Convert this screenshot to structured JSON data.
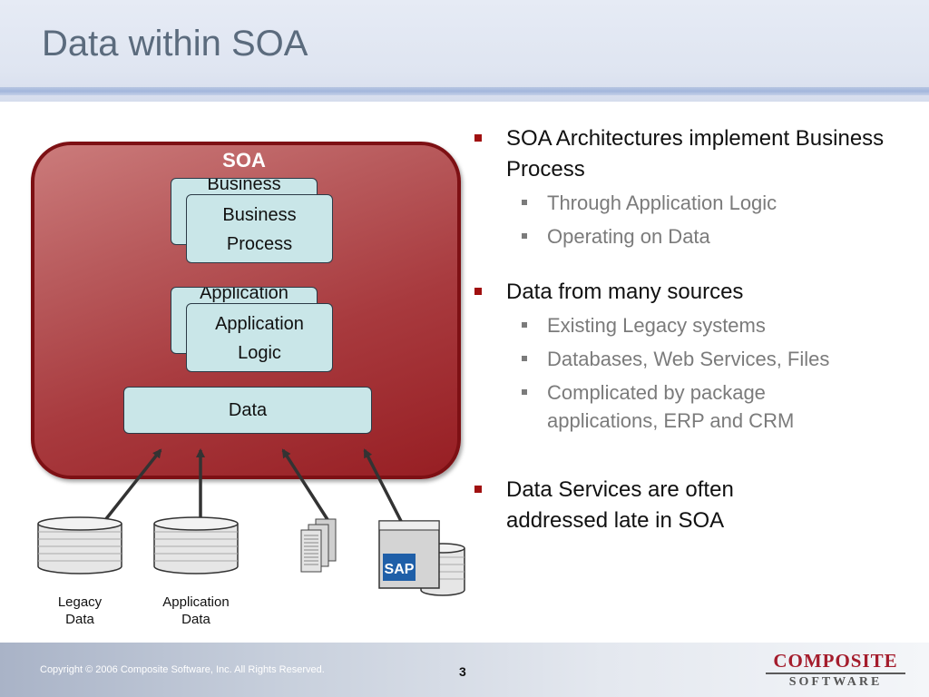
{
  "slide": {
    "title": "Data within SOA",
    "page_number": "3",
    "copyright": "Copyright © 2006  Composite Software, Inc.  All Rights Reserved."
  },
  "logo": {
    "line1": "COMPOSITE",
    "line2": "SOFTWARE",
    "color": "#a41c2c"
  },
  "diagram": {
    "container_label": "SOA",
    "business_back": "Business",
    "business_front": [
      "Business",
      "Process"
    ],
    "application_back": "Application",
    "application_front": [
      "Application",
      "Logic"
    ],
    "data": "Data",
    "sources": {
      "legacy": [
        "Legacy",
        "Data"
      ],
      "application": [
        "Application",
        "Data"
      ],
      "sap": "SAP"
    }
  },
  "bullets": [
    {
      "text": "SOA Architectures implement Business Process",
      "sub": [
        "Through Application Logic",
        "Operating on Data"
      ]
    },
    {
      "text": "Data from many sources",
      "sub": [
        "Existing Legacy systems",
        "Databases, Web Services, Files",
        "Complicated by package applications, ERP and CRM"
      ]
    },
    {
      "text": "Data Services are often addressed late in SOA",
      "sub": []
    }
  ],
  "colors": {
    "accent": "#a01010",
    "soa_box": "#a83a3e",
    "card": "#c9e6e8",
    "title": "#5b6b7d"
  }
}
